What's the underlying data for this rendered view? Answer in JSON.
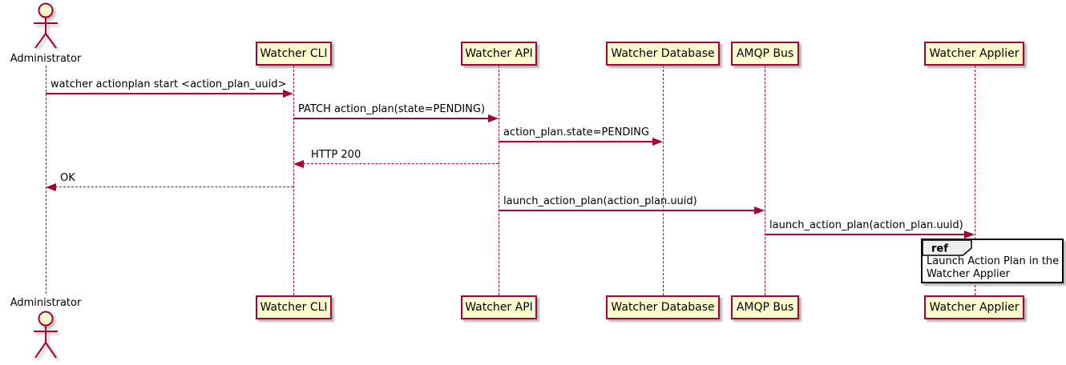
{
  "diagram_type": "sequence",
  "actor": {
    "label": "Administrator"
  },
  "participants": [
    {
      "label": "Watcher CLI"
    },
    {
      "label": "Watcher API"
    },
    {
      "label": "Watcher Database"
    },
    {
      "label": "AMQP Bus"
    },
    {
      "label": "Watcher Applier"
    }
  ],
  "messages": [
    {
      "from": "Administrator",
      "to": "Watcher CLI",
      "label": "watcher actionplan start <action_plan_uuid>",
      "line": "solid",
      "direction": "right"
    },
    {
      "from": "Watcher CLI",
      "to": "Watcher API",
      "label": "PATCH action_plan(state=PENDING)",
      "line": "solid",
      "direction": "right"
    },
    {
      "from": "Watcher API",
      "to": "Watcher Database",
      "label": "action_plan.state=PENDING",
      "line": "solid",
      "direction": "right"
    },
    {
      "from": "Watcher API",
      "to": "Watcher CLI",
      "label": "HTTP 200",
      "line": "dashed",
      "direction": "left"
    },
    {
      "from": "Watcher CLI",
      "to": "Administrator",
      "label": "OK",
      "line": "dashed",
      "direction": "left"
    },
    {
      "from": "Watcher API",
      "to": "AMQP Bus",
      "label": "launch_action_plan(action_plan.uuid)",
      "line": "solid",
      "direction": "right"
    },
    {
      "from": "AMQP Bus",
      "to": "Watcher Applier",
      "label": "launch_action_plan(action_plan.uuid)",
      "line": "solid",
      "direction": "right"
    }
  ],
  "ref": {
    "keyword": "ref",
    "lines": [
      "Launch Action Plan in the",
      "Watcher Applier"
    ]
  },
  "colors": {
    "accent": "#A80036",
    "participant_fill": "#FEFECE",
    "ref_header_fill": "#EEEEEE",
    "ref_border": "#000000",
    "text": "#000000",
    "background": "#FFFFFF"
  }
}
